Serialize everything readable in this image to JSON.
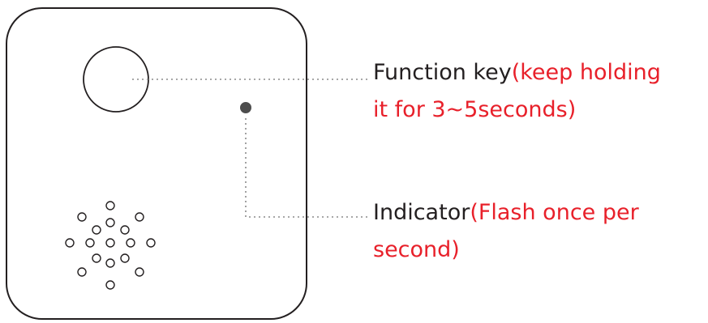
{
  "device": {
    "function_key": {
      "label": "Function key",
      "note_line1": "(keep holding",
      "note_line2": "it for 3~5seconds)"
    },
    "indicator": {
      "label": "Indicator",
      "note_line1": "(Flash once per",
      "note_line2": "second)"
    }
  },
  "colors": {
    "outline": "#231f20",
    "label_text": "#231f20",
    "note_text": "#e8202a",
    "leader_line": "#8a8a8a",
    "indicator_dot": "#4d4d4d"
  },
  "icons": {
    "function_key": "circle-button-icon",
    "indicator": "led-dot-icon",
    "speaker": "speaker-grille-icon"
  }
}
